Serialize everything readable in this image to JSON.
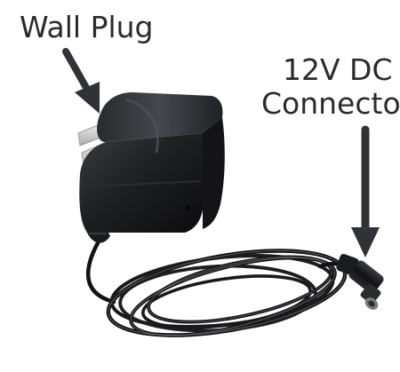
{
  "labels": {
    "wall_plug": "Wall Plug",
    "dc_connector_line1": "12V DC",
    "dc_connector_line2": "Connector"
  },
  "colors": {
    "background": "#ffffff",
    "label_text": "#2b2b2b",
    "arrow": "#2f3338",
    "adapter_body": "#1a1b1d",
    "adapter_highlight": "#3a3c40",
    "plug_prongs": "#d9d9d9",
    "cable": "#121214",
    "cable_shine": "#8a8a8a"
  },
  "icons": {
    "wall_plug_arrow": "arrow-down-right-icon",
    "dc_connector_arrow": "arrow-down-icon"
  }
}
